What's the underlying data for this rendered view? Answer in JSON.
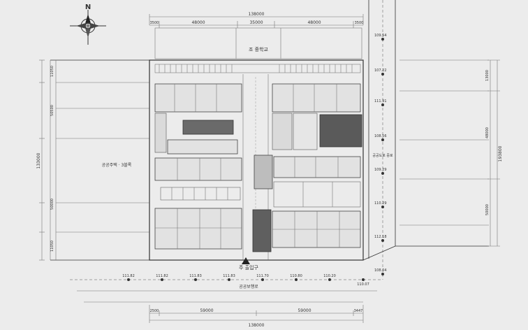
{
  "north_label": "N",
  "dimensions": {
    "top_total": "138000",
    "top_left_seg": "48000",
    "top_mid_seg": "35000",
    "top_right_seg": "48000",
    "top_left_small": "3500",
    "top_right_small": "3500",
    "bottom_total": "138000",
    "bottom_left_seg": "59000",
    "bottom_right_seg": "59000",
    "bottom_left_small": "2500",
    "bottom_right_small": "3447",
    "right_total": "193800",
    "right_seg_1": "13000",
    "right_seg_2": "48000",
    "right_seg_3": "50000",
    "left_total": "133000",
    "left_seg_1": "11050",
    "left_seg_2": "50500",
    "left_seg_3": "50000",
    "left_seg_4": "11050"
  },
  "labels": {
    "school": "조 중학교",
    "left_lot": "공공주택 · 3블록",
    "entrance": "주 출입구",
    "bottom_road": "공공보행로",
    "right_road": "공공도로 중로"
  },
  "elevations": {
    "right_1": "109.54",
    "right_2": "107.22",
    "right_3": "111.91",
    "right_4": "108.56",
    "right_5": "109.29",
    "right_6": "110.29",
    "right_7": "112.18",
    "right_8": "108.04",
    "bottom_1": "111.82",
    "bottom_2": "111.82",
    "bottom_3": "111.83",
    "bottom_4": "111.83",
    "bottom_5": "111.70",
    "bottom_6": "110.80",
    "bottom_7": "110.20",
    "bottom_8": "110.07"
  }
}
